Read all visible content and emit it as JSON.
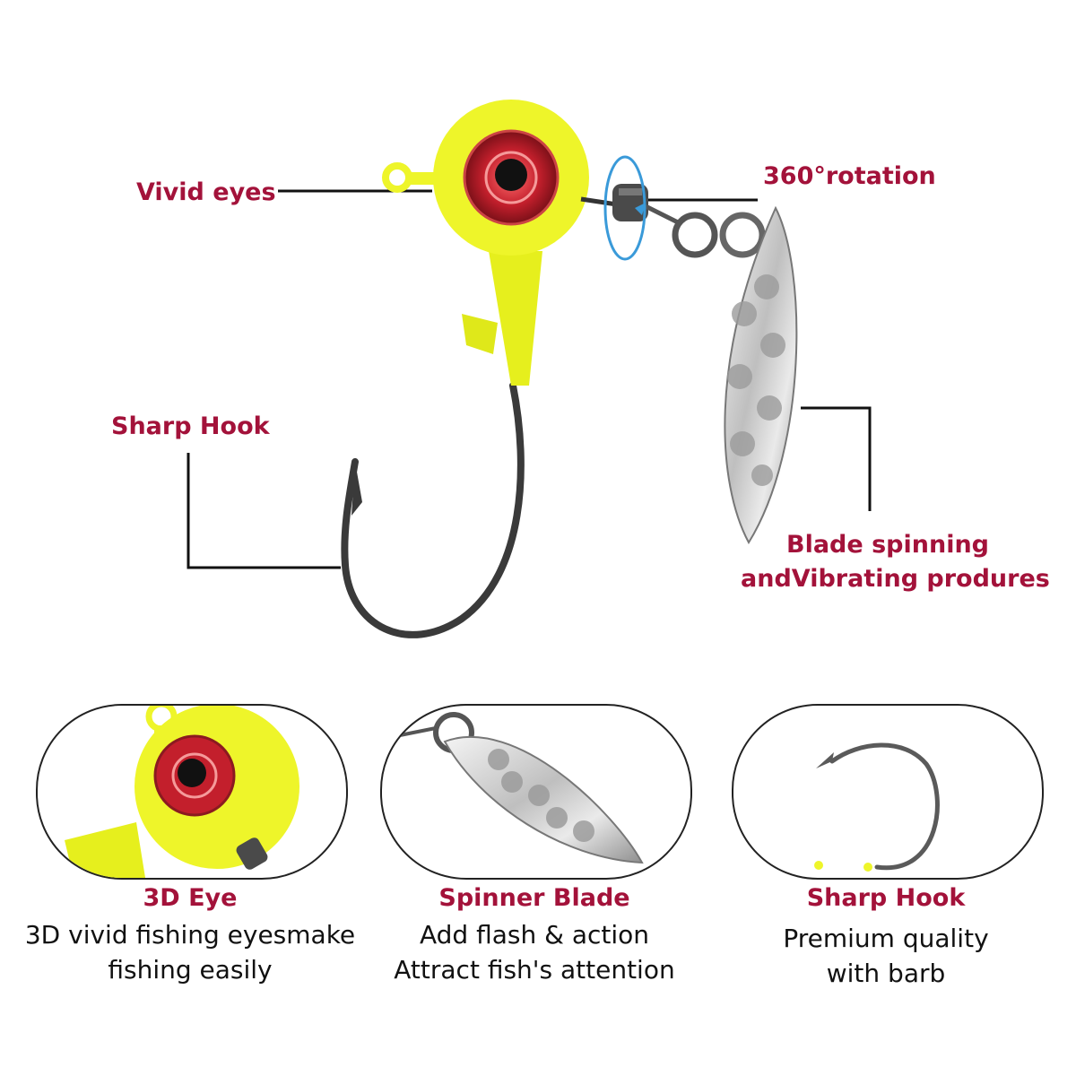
{
  "callouts": {
    "vivid_eyes": "Vivid eyes",
    "rotation": "360°rotation",
    "sharp_hook": "Sharp Hook",
    "blade_line1": "Blade spinning",
    "blade_line2": "andVibrating produres"
  },
  "features": [
    {
      "title": "3D Eye",
      "line1": "3D vivid fishing eyesmake",
      "line2": "fishing easily"
    },
    {
      "title": "Spinner Blade",
      "line1": "Add flash & action",
      "line2": "Attract fish's attention"
    },
    {
      "title": "Sharp Hook",
      "line1": "Premium quality",
      "line2": "with barb"
    }
  ],
  "colors": {
    "accent": "#a3123a",
    "jig_head": "#eef52a",
    "eye": "#c8202e",
    "rotation_arrow": "#3a9ad9",
    "blade": "#c9c9c9"
  }
}
